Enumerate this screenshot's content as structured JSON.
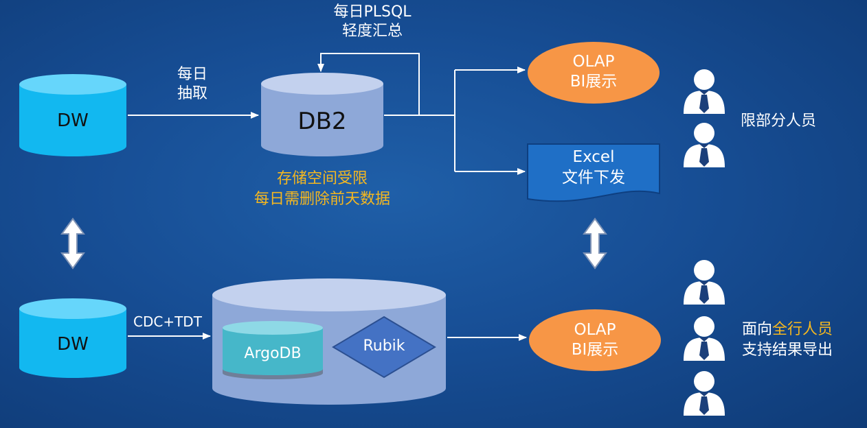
{
  "colors": {
    "background": "#174e95",
    "cyan_cylinder": "#12b8f0",
    "db_cylinder": "#8ea8d8",
    "olap": "#f79646",
    "excel": "#1f6fc6",
    "highlight": "#f6b81f",
    "rubik": "#4472c4",
    "argodb": "#46b7c9"
  },
  "top": {
    "dw_label": "DW",
    "db2_label": "DB2",
    "extract_line1": "每日",
    "extract_line2": "抽取",
    "plsql_line1": "每日PLSQL",
    "plsql_line2": "轻度汇总",
    "warn_line1": "存储空间受限",
    "warn_line2": "每日需删除前天数据",
    "olap_line1": "OLAP",
    "olap_line2": "BI展示",
    "excel_line1": "Excel",
    "excel_line2": "文件下发",
    "audience": "限部分人员"
  },
  "bottom": {
    "dw_label": "DW",
    "cdc_label": "CDC+TDT",
    "argodb_label": "ArgoDB",
    "rubik_label": "Rubik",
    "olap_line1": "OLAP",
    "olap_line2": "BI展示",
    "audience_prefix": "面向",
    "audience_highlight": "全行人员",
    "audience_line2": "支持结果导出"
  },
  "icons": [
    "person-icon",
    "updown-arrow-icon"
  ]
}
